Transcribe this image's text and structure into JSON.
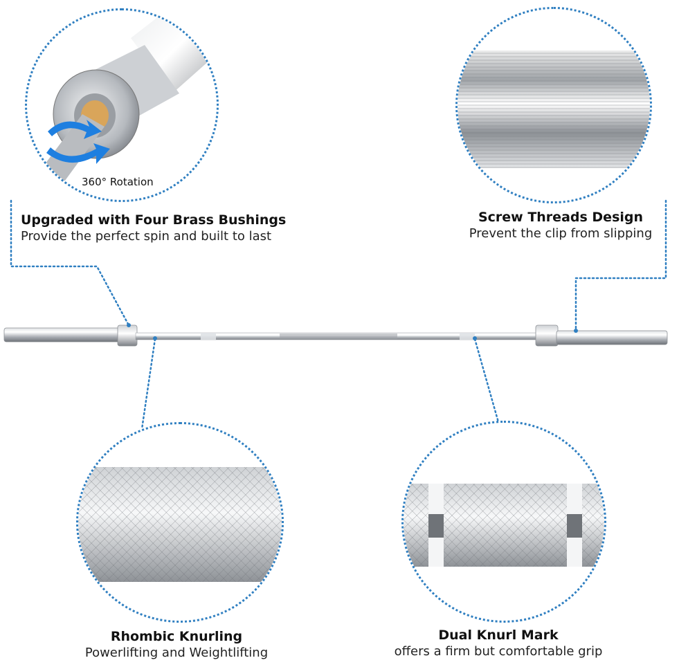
{
  "callouts": {
    "bushing": {
      "title": "Upgraded with Four Brass Bushings",
      "subtitle": "Provide the perfect spin and built to last",
      "rotation_label": "360° Rotation"
    },
    "thread": {
      "title": "Screw Threads Design",
      "subtitle": "Prevent the clip from slipping"
    },
    "knurl": {
      "title": "Rhombic Knurling",
      "subtitle": "Powerlifting and Weightlifting"
    },
    "mark": {
      "title": "Dual Knurl Mark",
      "subtitle": "offers a firm but comfortable grip"
    }
  },
  "colors": {
    "dotted_line": "#2f7fc1",
    "rotation_arrow": "#1e7fe0",
    "steel": "#c9ccd0"
  },
  "icons": [
    "rotation-arrow-icon"
  ]
}
